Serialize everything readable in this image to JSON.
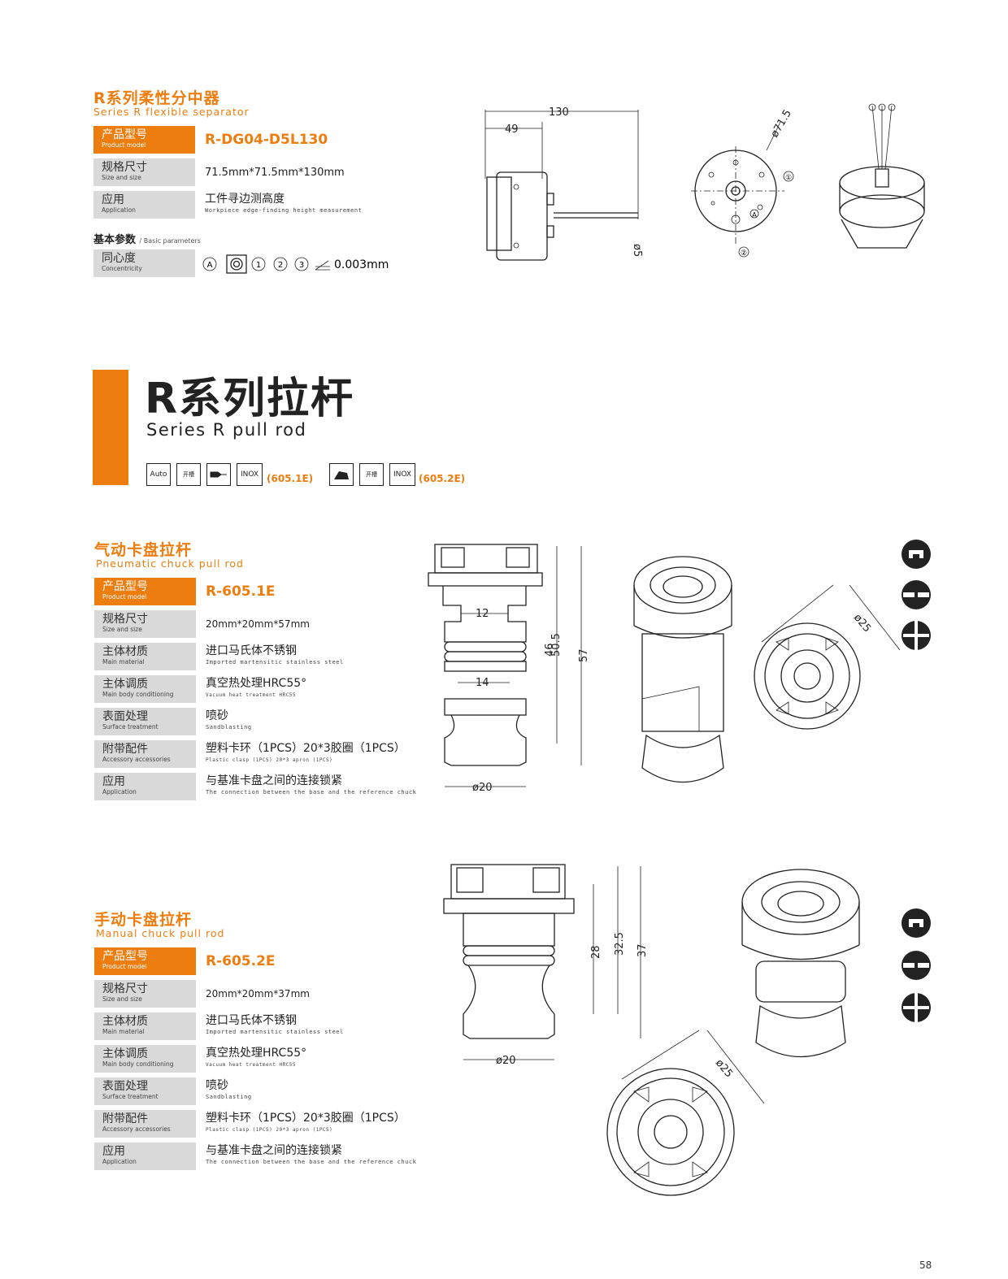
{
  "separator": {
    "title_cn": "R系列柔性分中器",
    "title_en": "Series R flexible separator",
    "rows": [
      {
        "label_cn": "产品型号",
        "label_en": "Product model",
        "value": "R-DG04-D5L130"
      },
      {
        "label_cn": "规格尺寸",
        "label_en": "Size and size",
        "value": "71.5mm*71.5mm*130mm"
      },
      {
        "label_cn": "应用",
        "label_en": "Application",
        "value": "工件寻边测高度",
        "value_en": "Workpiece edge-finding height measurement"
      }
    ],
    "params_cn": "基本参数",
    "params_en": "/ Basic parameters",
    "conc_label_cn": "同心度",
    "conc_label_en": "Concentricity",
    "conc_symbols": [
      "A",
      "1",
      "2",
      "3"
    ],
    "conc_value": "0.003mm",
    "dims": {
      "d130": "130",
      "d49": "49",
      "d5": "ø5",
      "d71": "ø71.5",
      "c1": "①",
      "c2": "②",
      "ca": "A"
    }
  },
  "pullrod": {
    "title_cn": "R系列拉杆",
    "title_en": "Series R pull rod",
    "icons_a": [
      "Auto",
      "开槽",
      "",
      "INOX"
    ],
    "code_a": "(605.1E)",
    "icons_b": [
      "",
      "开槽",
      "INOX"
    ],
    "code_b": "(605.2E)"
  },
  "pneumatic": {
    "title_cn": "气动卡盘拉杆",
    "title_en": "Pneumatic chuck pull rod",
    "rows": [
      {
        "label_cn": "产品型号",
        "label_en": "Product model",
        "value": "R-605.1E"
      },
      {
        "label_cn": "规格尺寸",
        "label_en": "Size and size",
        "value": "20mm*20mm*57mm"
      },
      {
        "label_cn": "主体材质",
        "label_en": "Main material",
        "value": "进口马氏体不锈钢",
        "value_en": "Imported martensitic stainless steel"
      },
      {
        "label_cn": "主体调质",
        "label_en": "Main body conditioning",
        "value": "真空热处理HRC55°",
        "value_en": "Vacuum heat treatment HRC55"
      },
      {
        "label_cn": "表面处理",
        "label_en": "Surface treatment",
        "value": "喷砂",
        "value_en": "Sandblasting"
      },
      {
        "label_cn": "附带配件",
        "label_en": "Accessory accessories",
        "value": "塑料卡环（1PCS）20*3胶圈（1PCS）",
        "value_en": "Plastic clasp (1PCS) 20*3 apron (1PCS)"
      },
      {
        "label_cn": "应用",
        "label_en": "Application",
        "value": "与基准卡盘之间的连接锁紧",
        "value_en": "The connection between the base and the reference chuck"
      }
    ],
    "dims": {
      "d12": "12",
      "d14": "14",
      "d46": "46",
      "d50": "50.5",
      "d57": "57",
      "d20": "ø20",
      "d25": "ø25"
    }
  },
  "manual": {
    "title_cn": "手动卡盘拉杆",
    "title_en": "Manual chuck pull rod",
    "rows": [
      {
        "label_cn": "产品型号",
        "label_en": "Product model",
        "value": "R-605.2E"
      },
      {
        "label_cn": "规格尺寸",
        "label_en": "Size and size",
        "value": "20mm*20mm*37mm"
      },
      {
        "label_cn": "主体材质",
        "label_en": "Main material",
        "value": "进口马氏体不锈钢",
        "value_en": "Imported martensitic stainless steel"
      },
      {
        "label_cn": "主体调质",
        "label_en": "Main body conditioning",
        "value": "真空热处理HRC55°",
        "value_en": "Vacuum heat treatment HRC55"
      },
      {
        "label_cn": "表面处理",
        "label_en": "Surface treatment",
        "value": "喷砂",
        "value_en": "Sandblasting"
      },
      {
        "label_cn": "附带配件",
        "label_en": "Accessory accessories",
        "value": "塑料卡环（1PCS）20*3胶圈（1PCS）",
        "value_en": "Plastic clasp (1PCS) 20*3 apron (1PCS)"
      },
      {
        "label_cn": "应用",
        "label_en": "Application",
        "value": "与基准卡盘之间的连接锁紧",
        "value_en": "The connection between the base and the reference chuck"
      }
    ],
    "dims": {
      "d28": "28",
      "d32": "32.5",
      "d37": "37",
      "d20": "ø20",
      "d25": "ø25"
    }
  },
  "page_number": "58"
}
